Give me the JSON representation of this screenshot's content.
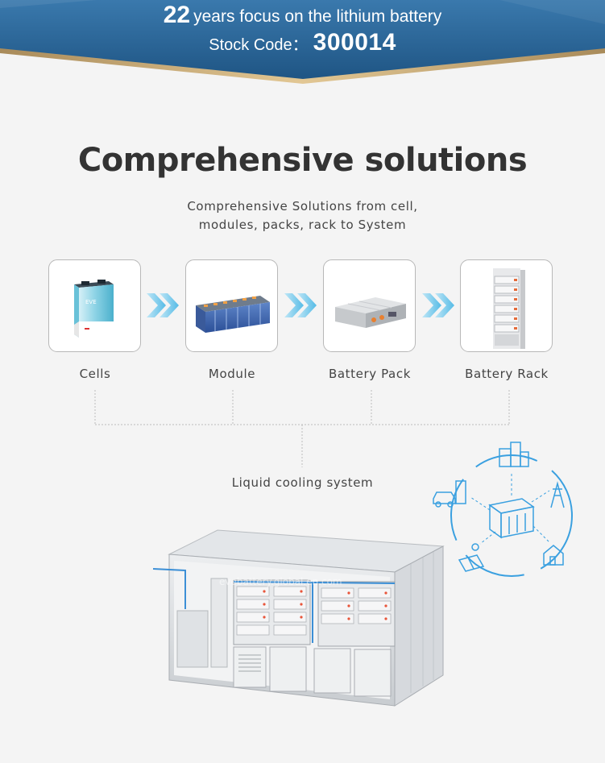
{
  "banner": {
    "years": "22",
    "tagline": "years focus on the lithium battery",
    "stock_label": "Stock Code：",
    "stock_code": "300014",
    "colors": {
      "primary": "#2a6496",
      "accent": "#c8a86a"
    }
  },
  "title": "Comprehensive solutions",
  "subtitle": {
    "line1": "Comprehensive Solutions from cell,",
    "line2": "modules, packs, rack to System"
  },
  "stages": [
    {
      "label": "Cells",
      "icon": "battery-cell-icon"
    },
    {
      "label": "Module",
      "icon": "battery-module-icon"
    },
    {
      "label": "Battery Pack",
      "icon": "battery-pack-icon"
    },
    {
      "label": "Battery Rack",
      "icon": "battery-rack-icon"
    }
  ],
  "system_label": "Liquid cooling system",
  "watermark": "evebattery.global.en.com",
  "energy_nodes": [
    "city-building-icon",
    "power-tower-icon",
    "house-icon",
    "solar-panel-icon",
    "ev-charging-icon",
    "storage-container-icon"
  ]
}
